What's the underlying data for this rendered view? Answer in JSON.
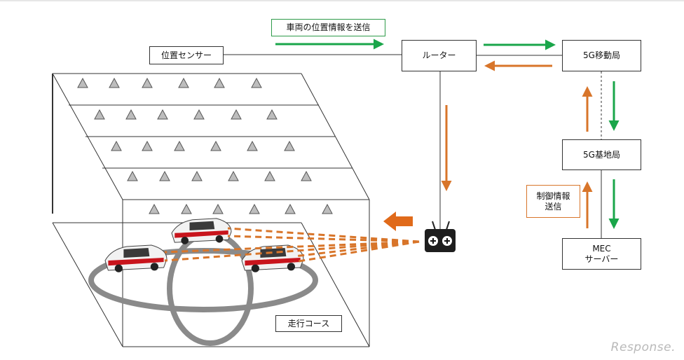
{
  "labels": {
    "send_position": "車両の位置情報を送信",
    "position_sensor": "位置センサー",
    "router": "ルーター",
    "mobile_station": "5G移動局",
    "base_station": "5G基地局",
    "control_info": "制御情報\n送信",
    "mec_server": "MEC\nサーバー",
    "course": "走行コース"
  },
  "watermark": "Response.",
  "colors": {
    "green": "#1aa64a",
    "orange": "#d8752a",
    "line": "#333333",
    "track": "#8a8a8a",
    "car_body": "#f2f2f2",
    "car_red": "#c8141c"
  },
  "icons": [
    "sensor-triangle-icon",
    "controller-icon",
    "car-icon",
    "arrow-left-icon"
  ]
}
